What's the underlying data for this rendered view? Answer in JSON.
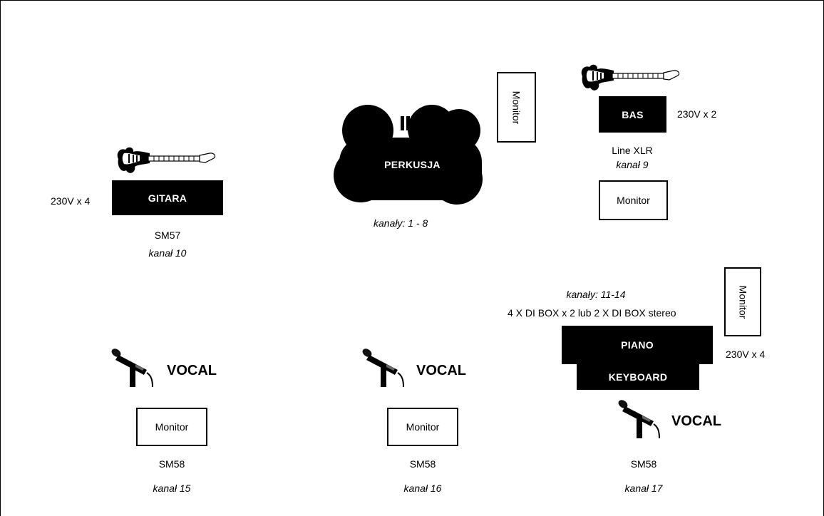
{
  "stage": {
    "drums": {
      "label": "PERKUSJA",
      "channels_prefix": "kanały:",
      "channels_value": " 1 - 8",
      "monitor": "Monitor"
    },
    "bass": {
      "label": "BAS",
      "power": "230V x 2",
      "input": "Line XLR",
      "channel": "kanał 9",
      "monitor": "Monitor",
      "instrument_icon": "electric-guitar-icon"
    },
    "guitar": {
      "label": "GITARA",
      "power": "230V x 4",
      "mic": "SM57",
      "channel": "kanał 10",
      "instrument_icon": "electric-guitar-icon"
    },
    "keys": {
      "channels_prefix": "kanały:",
      "channels_value": " 11-14",
      "di_note": "4 X DI BOX x 2 lub 2 X DI BOX stereo",
      "piano_label": "PIANO",
      "keyboard_label": "KEYBOARD",
      "power": "230V x 4",
      "monitor": "Monitor"
    },
    "vocals": [
      {
        "label": "VOCAL",
        "monitor": "Monitor",
        "mic": "SM58",
        "channel": "kanał 15",
        "icon": "microphone-icon"
      },
      {
        "label": "VOCAL",
        "monitor": "Monitor",
        "mic": "SM58",
        "channel": "kanał 16",
        "icon": "microphone-icon"
      },
      {
        "label": "VOCAL",
        "mic": "SM58",
        "channel": "kanał 17",
        "icon": "microphone-icon"
      }
    ]
  },
  "colors": {
    "ink": "#000000",
    "paper": "#ffffff",
    "pickguard": "#ffffff"
  }
}
